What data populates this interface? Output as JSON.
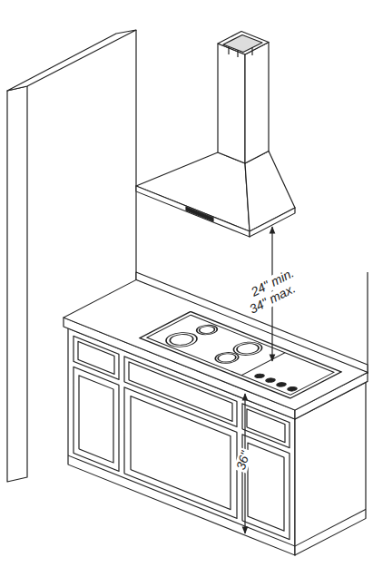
{
  "diagram": {
    "labels": [
      "24\" min.",
      "34\" max.",
      "36\""
    ]
  }
}
